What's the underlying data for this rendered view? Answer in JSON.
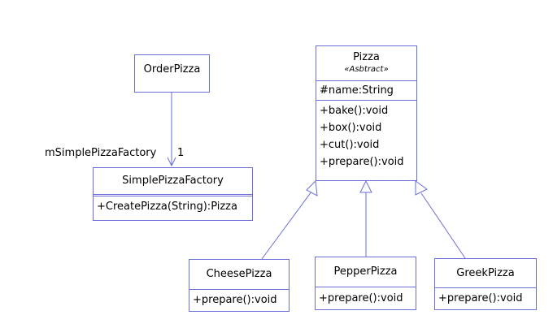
{
  "classes": {
    "order_pizza": {
      "name": "OrderPizza"
    },
    "simple_pizza_factory": {
      "name": "SimplePizzaFactory",
      "operations": [
        "+CreatePizza(String):Pizza"
      ]
    },
    "pizza": {
      "name": "Pizza",
      "stereotype": "«Asbtract»",
      "attributes": [
        "#name:String"
      ],
      "operations": [
        "+bake():void",
        "+box():void",
        "+cut():void",
        "+prepare():void"
      ]
    },
    "cheese_pizza": {
      "name": "CheesePizza",
      "operations": [
        "+prepare():void"
      ]
    },
    "pepper_pizza": {
      "name": "PepperPizza",
      "operations": [
        "+prepare():void"
      ]
    },
    "greek_pizza": {
      "name": "GreekPizza",
      "operations": [
        "+prepare():void"
      ]
    }
  },
  "association": {
    "role": "mSimplePizzaFactory",
    "multiplicity": "1"
  },
  "colors": {
    "line": "#6a6fd8",
    "text": "#000000",
    "background": "#ffffff"
  }
}
